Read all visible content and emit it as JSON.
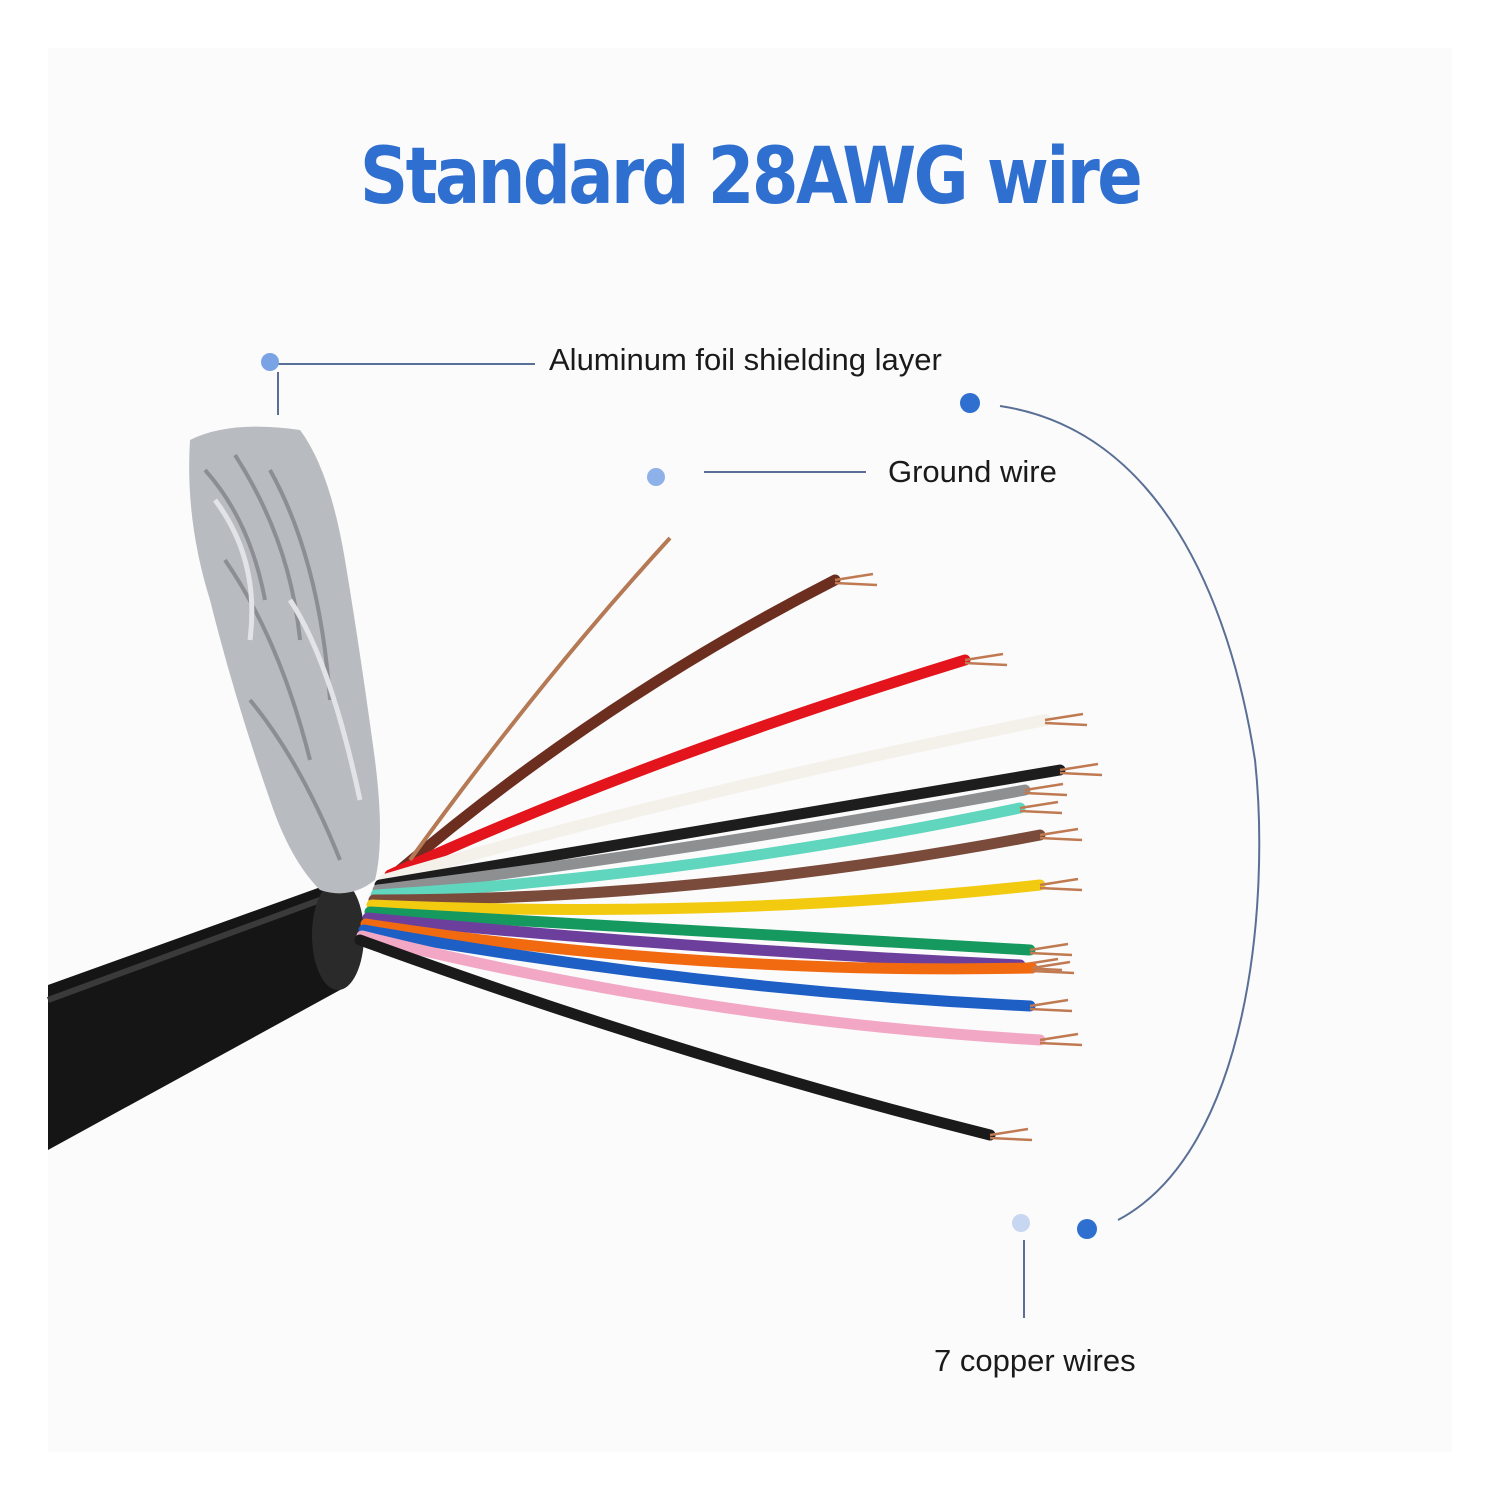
{
  "title": {
    "text": "Standard 28AWG wire",
    "color": "#2f6fd0"
  },
  "callouts": {
    "foil": "Aluminum foil shielding layer",
    "ground": "Ground wire",
    "copper": "7 copper wires"
  },
  "colors": {
    "accent_dot": "#2f6fd0",
    "accent_dot_light": "#a9c4ee",
    "leader_line": "#5a6f95",
    "jacket": "#161616",
    "foil": "#b9bcc0"
  },
  "wires": [
    {
      "name": "brown",
      "color": "#6b2e1f"
    },
    {
      "name": "red",
      "color": "#e3141b"
    },
    {
      "name": "white",
      "color": "#f4f1ea"
    },
    {
      "name": "black",
      "color": "#1d1d1d"
    },
    {
      "name": "grey",
      "color": "#8d8f91"
    },
    {
      "name": "aqua",
      "color": "#5fd6bd"
    },
    {
      "name": "brown-2",
      "color": "#7a4a3a"
    },
    {
      "name": "yellow",
      "color": "#f2cb10"
    },
    {
      "name": "green",
      "color": "#16995e"
    },
    {
      "name": "purple",
      "color": "#6c3f9c"
    },
    {
      "name": "orange",
      "color": "#f26a10"
    },
    {
      "name": "blue",
      "color": "#1e5fc6"
    },
    {
      "name": "pink",
      "color": "#f2a8c4"
    },
    {
      "name": "black-2",
      "color": "#1a1a1a"
    }
  ]
}
